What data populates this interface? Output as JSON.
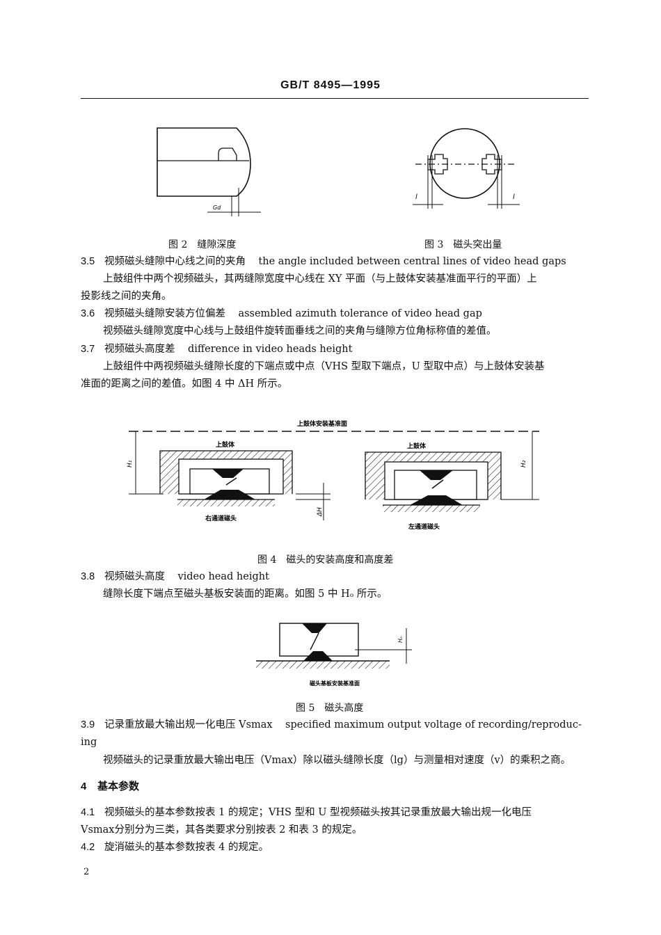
{
  "header": {
    "standard_no": "GB/T 8495—1995"
  },
  "figures": {
    "fig2": {
      "caption": "图 2　缝隙深度",
      "label_gd": "Gd"
    },
    "fig3": {
      "caption": "图 3　磁头突出量",
      "label_l": "l"
    },
    "fig4": {
      "caption": "图 4　磁头的安装高度和高度差",
      "ref_plane": "上鼓体安装基准面",
      "drum_left": "上鼓体",
      "drum_right": "上鼓体",
      "head_right_ch": "右通道磁头",
      "head_left_ch": "左通道磁头",
      "h1": "H₁",
      "h2": "H₂",
      "dh": "ΔH"
    },
    "fig5": {
      "caption": "图 5　磁头高度",
      "base_label": "磁头基板安装基准面",
      "h": "Hₒ"
    }
  },
  "sections": {
    "s35": {
      "num": "3.5",
      "title": "视频磁头缝隙中心线之间的夹角",
      "en": "the angle included between central lines of video head gaps",
      "body1": "上鼓组件中两个视频磁头，其两缝隙宽度中心线在 XY 平面（与上鼓体安装基准面平行的平面）上",
      "body2": "投影线之间的夹角。"
    },
    "s36": {
      "num": "3.6",
      "title": "视频磁头缝隙安装方位偏差",
      "en": "assembled azimuth tolerance of video head gap",
      "body1": "视频磁头缝隙宽度中心线与上鼓组件旋转面垂线之间的夹角与缝隙方位角标称值的差值。"
    },
    "s37": {
      "num": "3.7",
      "title": "视频磁头高度差",
      "en": "difference in video heads height",
      "body1": "上鼓组件中两视频磁头缝隙长度的下端点或中点（VHS 型取下端点，U 型取中点）与上鼓体安装基",
      "body2": "准面的距离之间的差值。如图 4 中 ΔH 所示。"
    },
    "s38": {
      "num": "3.8",
      "title": "视频磁头高度",
      "en": "video head height",
      "body1": "缝隙长度下端点至磁头基板安装面的距离。如图 5 中 Hₒ 所示。"
    },
    "s39": {
      "num": "3.9",
      "title": "记录重放最大输出规一化电压 Vsmax",
      "en": "specified maximum output voltage of recording/reproduc-",
      "en2": "ing",
      "body1": "视频磁头的记录重放最大输出电压（Vmax）除以磁头缝隙长度（lg）与测量相对速度（v）的乘积之商。"
    },
    "s4": {
      "num": "4",
      "title": "基本参数"
    },
    "s41": {
      "num": "4.1",
      "body1": "视频磁头的基本参数按表 1 的规定；VHS 型和 U 型视频磁头按其记录重放最大输出规一化电压",
      "body2": "Vsmax分别分为三类，其各类要求分别按表 2 和表 3 的规定。"
    },
    "s42": {
      "num": "4.2",
      "body1": "旋消磁头的基本参数按表 4 的规定。"
    }
  },
  "footer": {
    "page_no": "2"
  }
}
